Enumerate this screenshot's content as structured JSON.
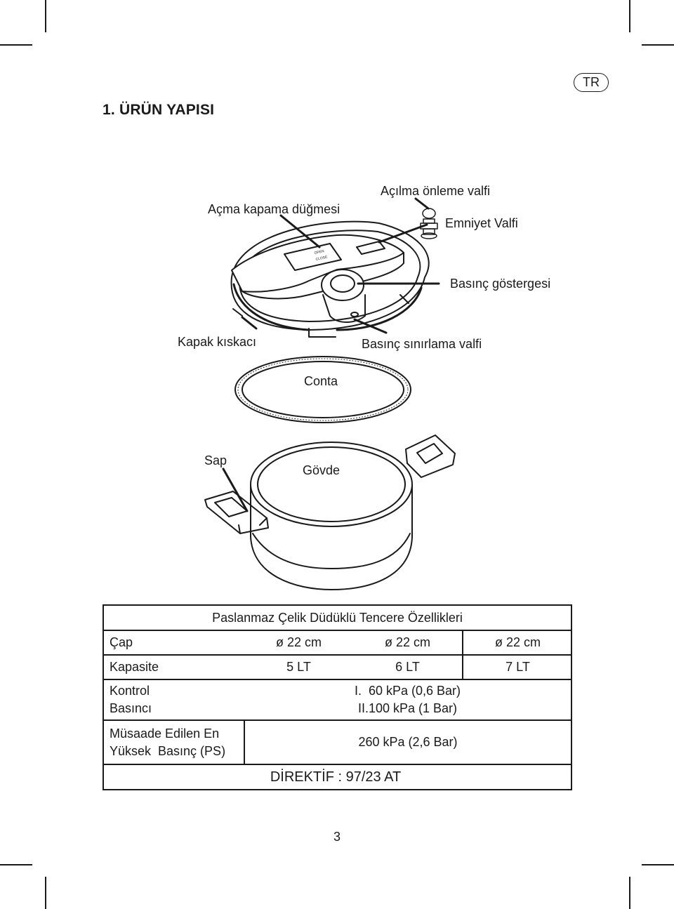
{
  "header": {
    "language_badge": "TR",
    "section_title": "1. ÜRÜN YAPISI"
  },
  "diagram_labels": {
    "opening_button": "Açma kapama düğmesi",
    "anti_opening_valve": "Açılma önleme valfi",
    "safety_valve": "Emniyet Valfi",
    "pressure_indicator": "Basınç göstergesi",
    "lid_clamp": "Kapak kıskacı",
    "pressure_limit_valve": "Basınç sınırlama valfi",
    "gasket": "Conta",
    "handle": "Sap",
    "body": "Gövde"
  },
  "lid_markings": {
    "open": "OPEN",
    "close": "CLOSE"
  },
  "spec_table": {
    "title": "Paslanmaz Çelik Düdüklü Tencere Özellikleri",
    "diameter": {
      "label": "Çap",
      "values": [
        "ø 22 cm",
        "ø 22 cm",
        "ø 22 cm"
      ]
    },
    "capacity": {
      "label": "Kapasite",
      "values": [
        "5 LT",
        "6 LT",
        "7 LT"
      ]
    },
    "control_pressure": {
      "label_line1": "Kontrol",
      "label_line2": "Basıncı",
      "value_line1": "I.  60 kPa (0,6 Bar)",
      "value_line2": "II.100 kPa (1 Bar)"
    },
    "max_pressure": {
      "label_line1": "Müsaade Edilen En",
      "label_line2": "Yüksek  Basınç (PS)",
      "value": "260 kPa (2,6 Bar)"
    },
    "directive": "DİREKTİF : 97/23 AT"
  },
  "page_number": "3"
}
